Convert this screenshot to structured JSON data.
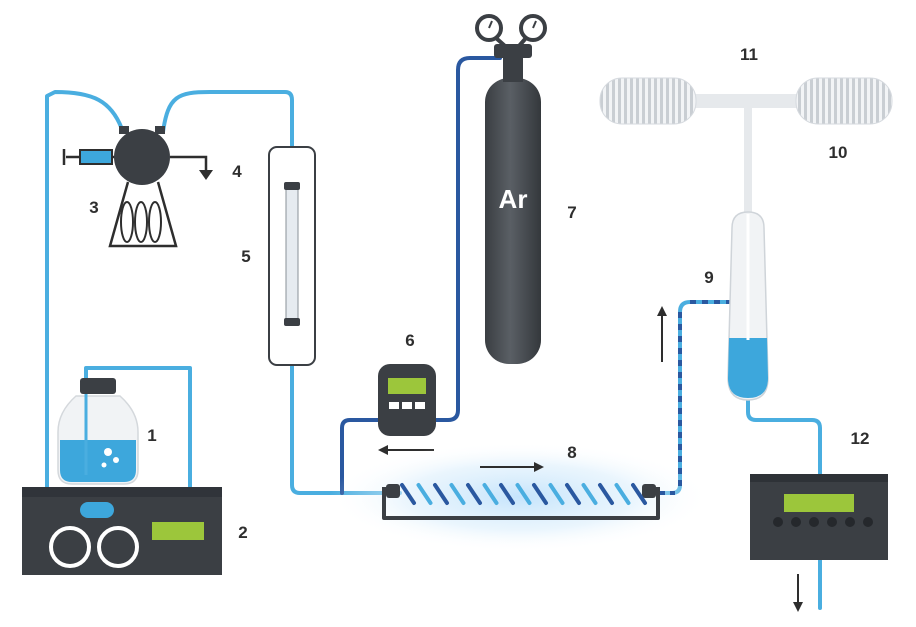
{
  "labels": {
    "n1": "1",
    "n2": "2",
    "n3": "3",
    "n4": "4",
    "n5": "5",
    "n6": "6",
    "n7": "7",
    "n8": "8",
    "n9": "9",
    "n10": "10",
    "n11": "11",
    "n12": "12"
  },
  "gas_label": "Ar",
  "colors": {
    "tube_light_blue": "#4aaee0",
    "tube_dark_blue": "#2a58a0",
    "device_dark": "#3b3f44",
    "screen_green": "#9cc63b",
    "liquid_blue": "#3da7dc",
    "glow": "#cfe8fb",
    "cylinder": "#4a4e53"
  }
}
